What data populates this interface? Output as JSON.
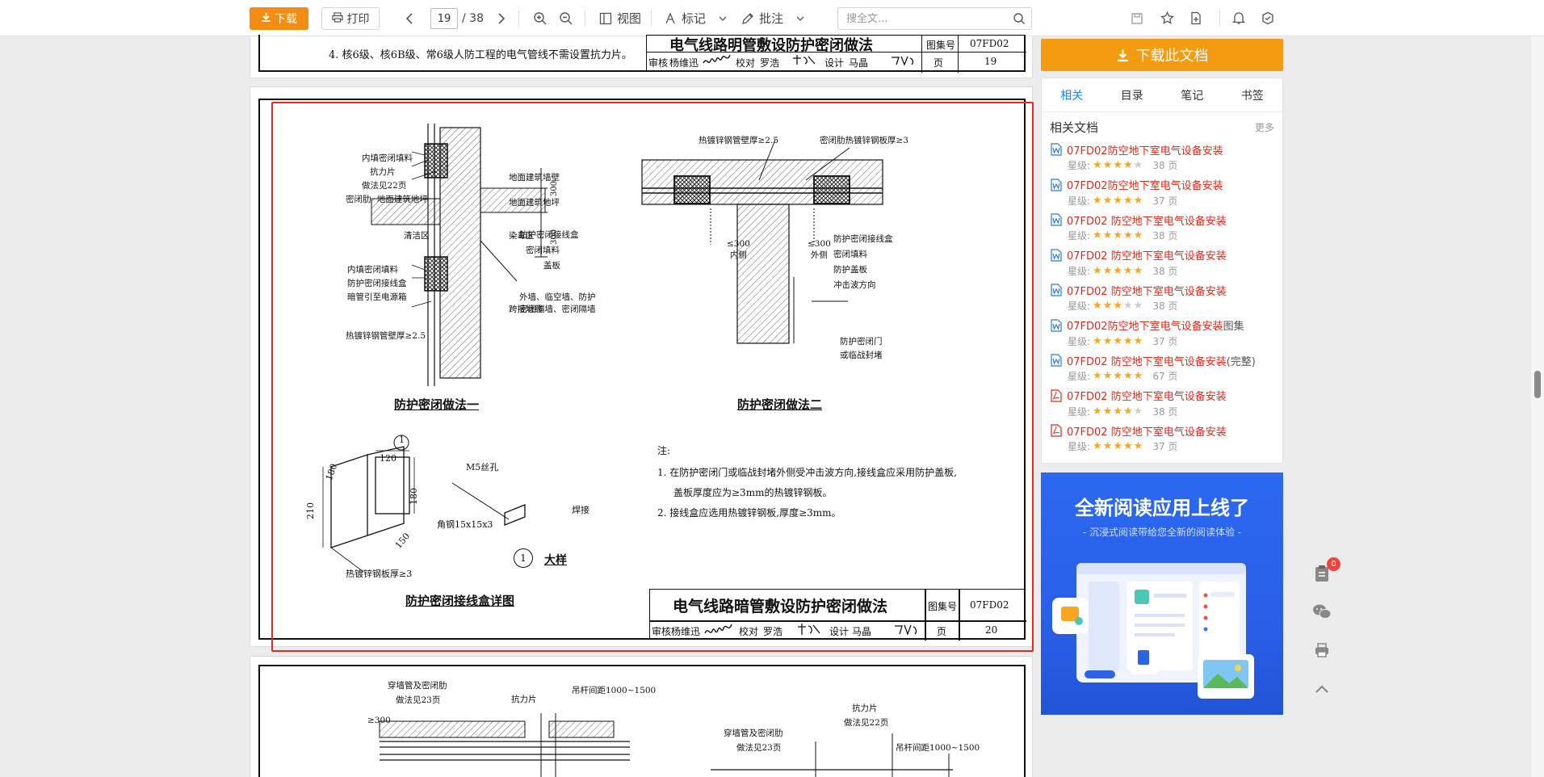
{
  "toolbar": {
    "download_label": "下载",
    "print_label": "打印",
    "page_current": "19",
    "page_total": "/ 38",
    "view_label": "视图",
    "mark_label": "标记",
    "annotate_label": "批注",
    "search_placeholder": "搜全文..."
  },
  "pages": {
    "p19": {
      "note_line": "4. 核6级、核6B级、常6级人防工程的电气管线不需设置抗力片。",
      "title": "电气线路明管敷设防护密闭做法",
      "atlas_label": "图集号",
      "atlas_no": "07FD02",
      "page_label": "页",
      "page_no": "19",
      "review_row": [
        "审核",
        "杨维迅",
        "校对",
        "罗浩",
        "设计",
        "马晶"
      ]
    },
    "p20": {
      "method1_title": "防护密闭做法一",
      "method2_title": "防护密闭做法二",
      "detail_title": "防护密闭接线盒详图",
      "large_detail": "大样",
      "circle_no": "1",
      "m1_labels": [
        "内填密闭填料",
        "抗力片",
        "做法见22页",
        "密闭肋",
        "地面建筑墙壁",
        "地面建筑地坪",
        "清洁区",
        "染毒区",
        "内填密闭填料",
        "防护密闭接线盒",
        "暗管引至电源箱",
        "跨接地线",
        "热镀锌钢管壁厚≥2.5"
      ],
      "m1_dims": [
        "300",
        "300"
      ],
      "m2_labels": [
        "热镀锌钢管壁厚≥2.5",
        "密闭肋热镀锌钢板厚≥3",
        "防护密闭接线盒",
        "密闭填料",
        "盖板",
        "外墙、临空墙、防护密闭隔墙、密闭隔墙",
        "防护密闭接线盒",
        "密闭填料",
        "防护盖板",
        "冲击波方向",
        "防护密闭门",
        "或临战封堵",
        "≤300",
        "内侧",
        "≤300",
        "外侧"
      ],
      "detail_labels": [
        "120",
        "180",
        "180",
        "210",
        "150",
        "M5丝孔",
        "焊接",
        "角钢15x15x3",
        "热镀锌钢板厚≥3"
      ],
      "notes_head": "注:",
      "notes": [
        "1. 在防护密闭门或临战封堵外侧受冲击波方向,接线盒应采用防护盖板,",
        "盖板厚度应为≥3mm的热镀锌钢板。",
        "2. 接线盒应选用热镀锌钢板,厚度≥3mm。"
      ],
      "title": "电气线路暗管敷设防护密闭做法",
      "atlas_label": "图集号",
      "atlas_no": "07FD02",
      "page_label": "页",
      "page_no": "20",
      "review_row": [
        "审核",
        "杨维迅",
        "校对",
        "罗浩",
        "设计",
        "马晶"
      ]
    },
    "p21": {
      "labels": [
        "穿墙管及密闭肋",
        "做法见23页",
        "抗力片",
        "吊杆间距1000~1500",
        "≥300",
        "抗力片",
        "做法见22页",
        "穿墙管及密闭肋",
        "做法见23页",
        "吊杆间距1000~1500"
      ]
    }
  },
  "sidebar": {
    "download_doc": "下载此文档",
    "tabs": [
      "相关",
      "目录",
      "笔记",
      "书签"
    ],
    "related_title": "相关文档",
    "more": "更多",
    "rating_label": "星级:",
    "items": [
      {
        "name": "07FD02防空地下室电气设备安装",
        "suffix": "",
        "type": "word",
        "stars": 4,
        "pages": "38 页"
      },
      {
        "name": "07FD02防空地下室电气设备安装",
        "suffix": "",
        "type": "word",
        "stars": 5,
        "pages": "37 页"
      },
      {
        "name": "07FD02 防空地下室电气设备安装",
        "suffix": "",
        "type": "word",
        "stars": 5,
        "pages": "38 页"
      },
      {
        "name": "07FD02 防空地下室电气设备安装",
        "suffix": "",
        "type": "word",
        "stars": 5,
        "pages": "38 页"
      },
      {
        "name": "07FD02 防空地下室电气设备安装",
        "suffix": "",
        "type": "word",
        "stars": 3,
        "pages": "38 页"
      },
      {
        "name": "07FD02防空地下室电气设备安装",
        "suffix": "图集",
        "type": "word",
        "stars": 5,
        "pages": "37 页"
      },
      {
        "name": "07FD02 防空地下室电气设备安装",
        "suffix": "(完整)",
        "type": "word",
        "stars": 5,
        "pages": "67 页"
      },
      {
        "name": "07FD02 防空地下室电气设备安装",
        "suffix": "",
        "type": "pdf",
        "stars": 4,
        "pages": "38 页"
      },
      {
        "name": "07FD02 防空地下室电气设备安装",
        "suffix": "",
        "type": "pdf",
        "stars": 5,
        "pages": "37 页"
      }
    ],
    "banner_title": "全新阅读应用上线了",
    "banner_sub": "- 沉浸式阅读带给您全新的阅读体验 -",
    "float_badge": "0"
  },
  "colors": {
    "accent_orange": "#f28c13",
    "link_red": "#e0271b",
    "tab_blue": "#1a84e0",
    "star": "#f5a623",
    "highlight_red": "#e8291f"
  }
}
